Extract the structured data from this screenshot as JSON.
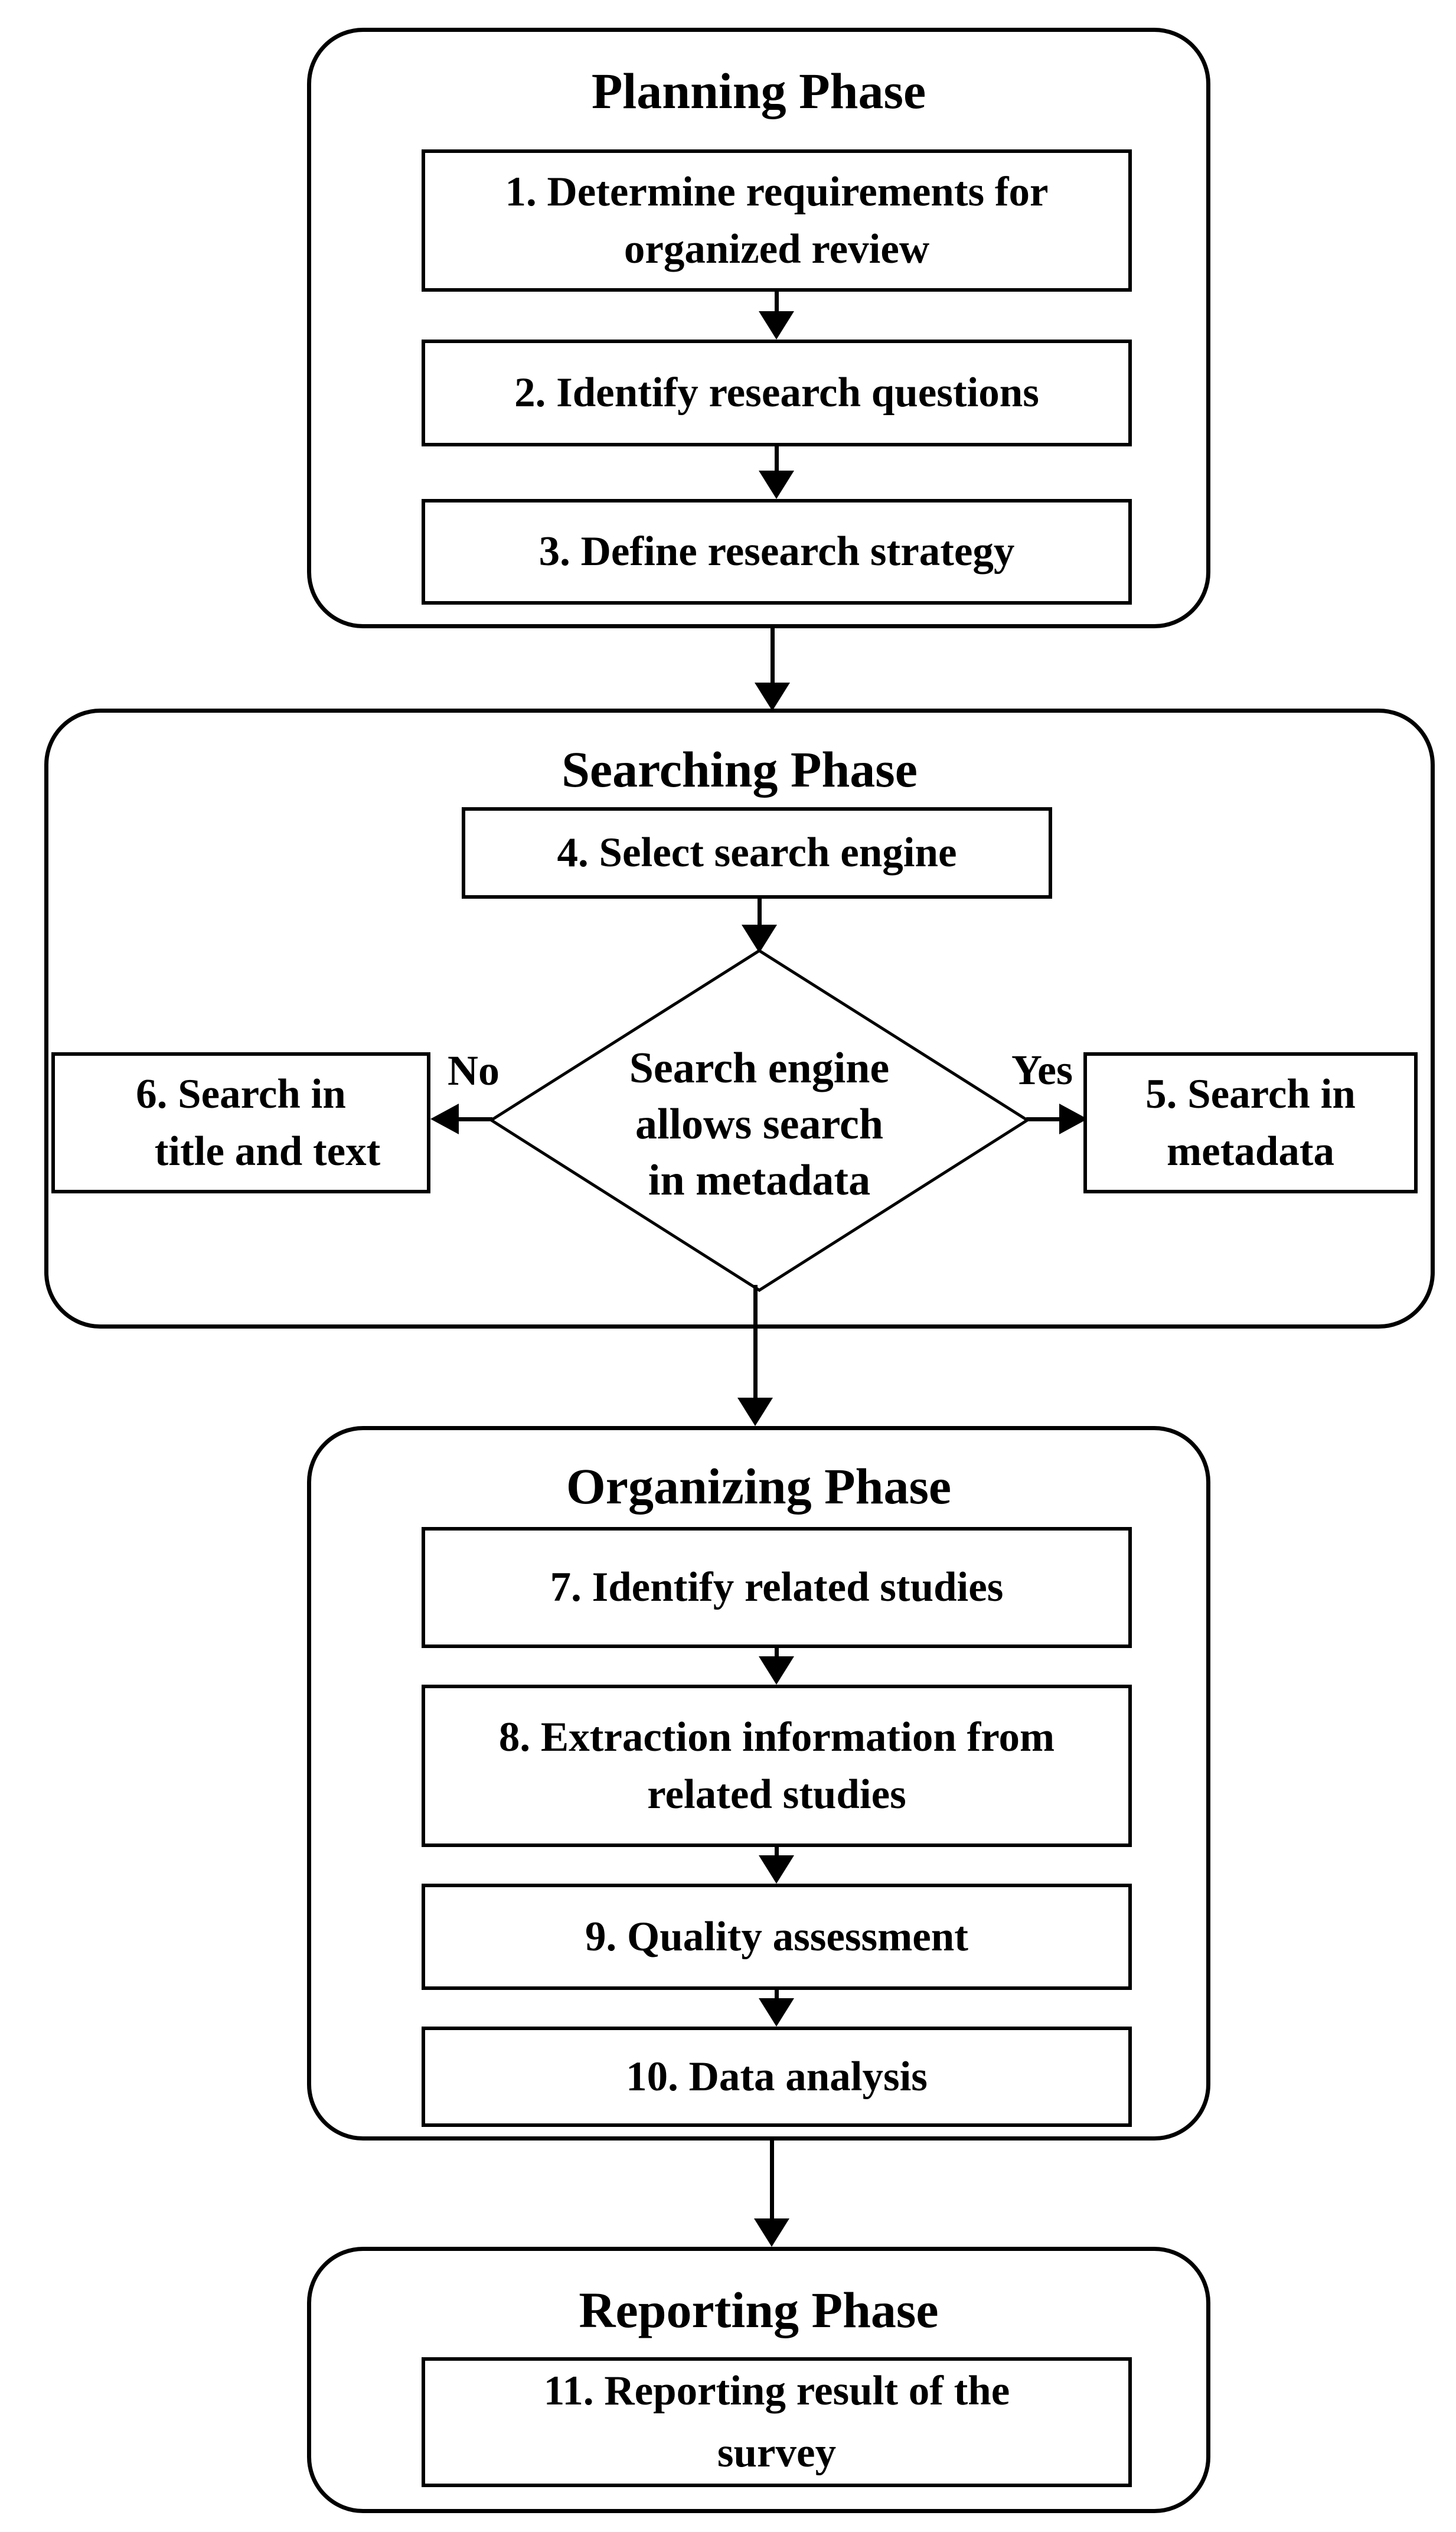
{
  "flowchart": {
    "colors": {
      "line": "#000000",
      "background": "#ffffff",
      "text": "#000000"
    },
    "phases": [
      {
        "title": "Planning Phase",
        "steps": [
          {
            "lines": [
              "1. Determine requirements for",
              "organized review"
            ]
          },
          {
            "lines": [
              "2. Identify research questions"
            ]
          },
          {
            "lines": [
              "3. Define research strategy"
            ]
          }
        ]
      },
      {
        "title": "Searching Phase",
        "steps": [
          {
            "lines": [
              "4. Select search engine"
            ]
          }
        ],
        "decision": {
          "lines": [
            "Search engine",
            "allows search",
            "in metadata"
          ]
        },
        "no_label": "No",
        "yes_label": "Yes",
        "no_step": {
          "lines": [
            "6. Search in",
            "title and text"
          ]
        },
        "yes_step": {
          "lines": [
            "5. Search in",
            "metadata"
          ]
        }
      },
      {
        "title": "Organizing Phase",
        "steps": [
          {
            "lines": [
              "7. Identify related studies"
            ]
          },
          {
            "lines": [
              "8. Extraction information from",
              "related studies"
            ]
          },
          {
            "lines": [
              "9. Quality assessment"
            ]
          },
          {
            "lines": [
              "10. Data analysis"
            ]
          }
        ]
      },
      {
        "title": "Reporting Phase",
        "steps": [
          {
            "lines": [
              "11. Reporting result of the",
              "survey"
            ]
          }
        ]
      }
    ]
  }
}
